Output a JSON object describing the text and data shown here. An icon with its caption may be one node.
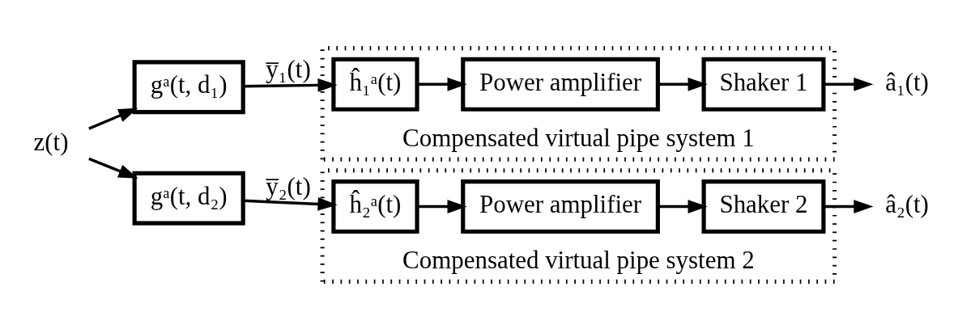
{
  "diagram": {
    "nodes": [
      {
        "text": [
          "z(t)"
        ]
      },
      {
        "text": [
          "gᵃ(t, d₁)"
        ]
      },
      {
        "text": [
          "gᵃ(t, d₂)"
        ]
      },
      {
        "text": [
          "Compensated virtual pipe system 1"
        ]
      },
      {
        "text": [
          "ĥ₁ᵃ(t)"
        ],
        "in": 3
      },
      {
        "text": [
          "Power amplifier"
        ],
        "in": 3
      },
      {
        "text": [
          "Shaker 1"
        ],
        "in": 3
      },
      {
        "text": [
          "â₁(t)"
        ]
      },
      {
        "text": [
          "Compensated virtual pipe system 2"
        ]
      },
      {
        "text": [
          "ĥ₂ᵃ(t)"
        ],
        "in": 8
      },
      {
        "text": [
          "Power amplifier"
        ],
        "in": 8
      },
      {
        "text": [
          "Shaker 2"
        ],
        "in": 8
      },
      {
        "text": [
          "â₂(t)"
        ]
      }
    ],
    "edges": [
      {
        "from": 0,
        "to": 1,
        "arrow": "to"
      },
      {
        "from": 0,
        "to": 2,
        "arrow": "to"
      },
      {
        "from": 1,
        "to": 4,
        "arrow": "to",
        "label": "y̅₁(t)"
      },
      {
        "from": 4,
        "to": 5,
        "arrow": "to"
      },
      {
        "from": 5,
        "to": 6,
        "arrow": "to"
      },
      {
        "from": 6,
        "to": 7,
        "arrow": "to"
      },
      {
        "from": 2,
        "to": 9,
        "arrow": "to",
        "label": "y̅₂(t)"
      },
      {
        "from": 9,
        "to": 10,
        "arrow": "to"
      },
      {
        "from": 10,
        "to": 11,
        "arrow": "to"
      },
      {
        "from": 11,
        "to": 12,
        "arrow": "to"
      }
    ]
  }
}
